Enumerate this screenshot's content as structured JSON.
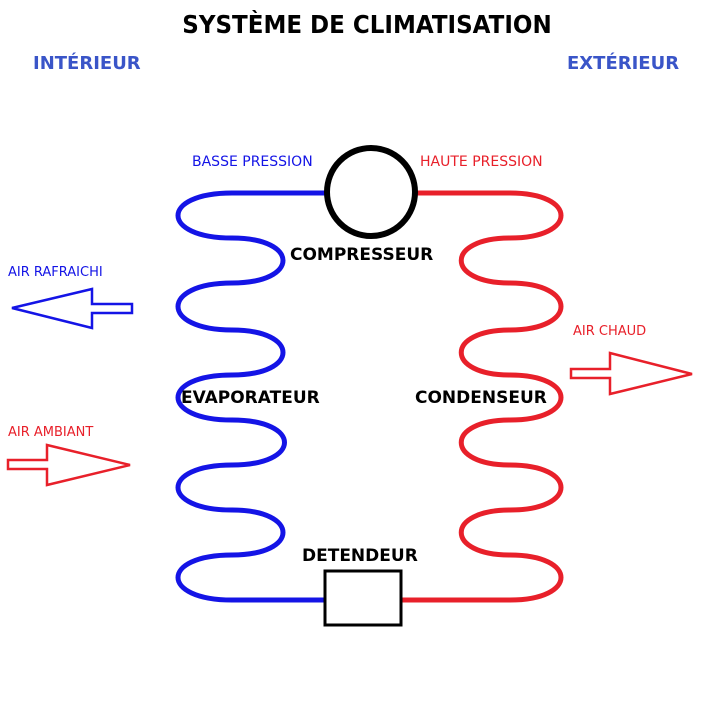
{
  "title": "SYSTÈME DE CLIMATISATION",
  "zones": {
    "left": "INTÉRIEUR",
    "right": "EXTÉRIEUR"
  },
  "pressure": {
    "low": "BASSE PRESSION",
    "high": "HAUTE PRESSION"
  },
  "components": {
    "compressor": "COMPRESSEUR",
    "evaporator": "EVAPORATEUR",
    "condenser": "CONDENSEUR",
    "expansion_valve": "DETENDEUR"
  },
  "airflows": {
    "cooled_air": "AIR RAFRAICHI",
    "ambient_air": "AIR AMBIANT",
    "hot_air": "AIR CHAUD"
  },
  "colors": {
    "low_pressure": "#1414e6",
    "high_pressure": "#e8202a",
    "zone_label": "#3a55c8",
    "component": "#000000"
  }
}
